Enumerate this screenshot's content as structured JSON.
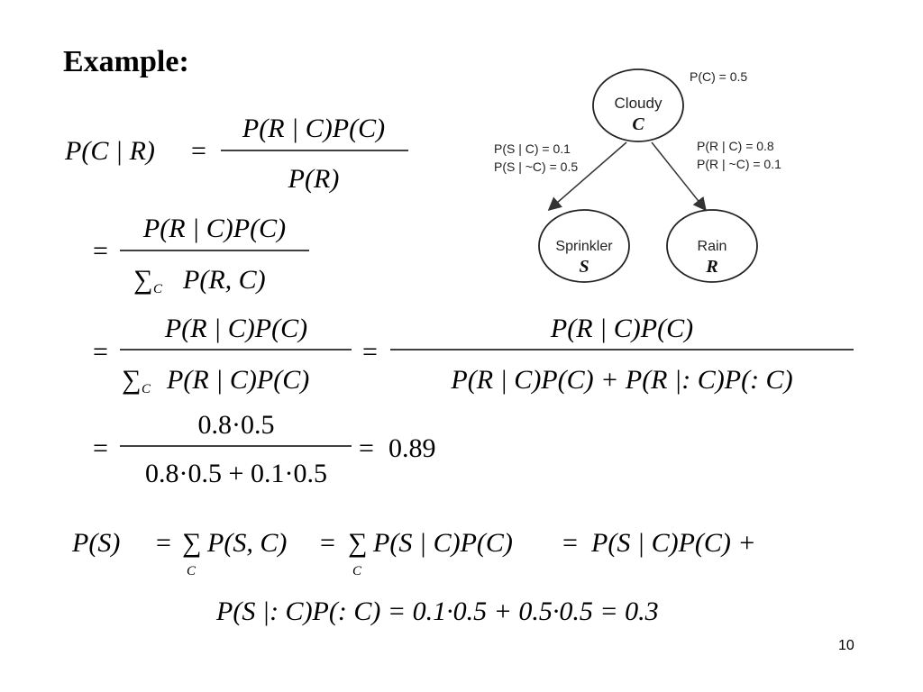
{
  "slide": {
    "title": "Example:",
    "page_number": "10"
  },
  "diagram": {
    "nodes": {
      "cloudy": {
        "name": "Cloudy",
        "symbol": "C"
      },
      "sprinkler": {
        "name": "Sprinkler",
        "symbol": "S"
      },
      "rain": {
        "name": "Rain",
        "symbol": "R"
      }
    },
    "cpt": {
      "prior_c": "P(C) = 0.5",
      "s_given_c": "P(S | C) = 0.1",
      "s_given_not_c": "P(S | ~C) = 0.5",
      "r_given_c": "P(R | C) = 0.8",
      "r_given_not_c": "P(R | ~C) = 0.1"
    }
  },
  "equations": {
    "line1": {
      "lhs": "P(C | R)",
      "rel": "=",
      "num": "P(R | C)P(C)",
      "den": "P(R)"
    },
    "line2": {
      "rel": "=",
      "num": "P(R | C)P(C)",
      "den_sum": "∑",
      "den_sub": "C",
      "den": "P(R, C)"
    },
    "line3": {
      "rel1": "=",
      "num1": "P(R | C)P(C)",
      "den1_sum": "∑",
      "den1_sub": "C",
      "den1": "P(R | C)P(C)",
      "rel2": "=",
      "num2": "P(R | C)P(C)",
      "den2": "P(R | C)P(C) + P(R |:   C)P(:   C)"
    },
    "line4": {
      "rel1": "=",
      "num": "0.8·0.5",
      "den": "0.8·0.5 + 0.1·0.5",
      "rel2": "=",
      "result": "0.89"
    },
    "line5": {
      "p1": "P(S)",
      "e1": "=",
      "s1": "∑",
      "s1_sub": "C",
      "p2": "P(S, C)",
      "e2": "=",
      "s2": "∑",
      "s2_sub": "C",
      "p3": "P(S | C)P(C)",
      "e3": "=",
      "p4": "P(S | C)P(C) +"
    },
    "line6": {
      "text": "P(S |:   C)P(:   C) = 0.1·0.5 + 0.5·0.5 = 0.3"
    }
  }
}
